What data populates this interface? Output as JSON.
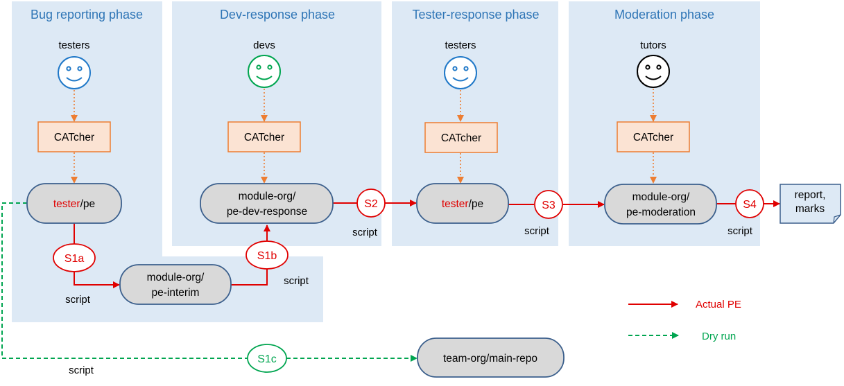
{
  "phases": {
    "bug_reporting": "Bug reporting phase",
    "dev_response": "Dev-response phase",
    "tester_response": "Tester-response phase",
    "moderation": "Moderation phase"
  },
  "roles": {
    "testers_1": "testers",
    "devs": "devs",
    "testers_2": "testers",
    "tutors": "tutors"
  },
  "tool_label": "CATcher",
  "repos": {
    "tester_pe_1_prefix": "tester",
    "tester_pe_1_suffix": "/pe",
    "dev_response_line1": "module-org/",
    "dev_response_line2": "pe-dev-response",
    "tester_pe_2_prefix": "tester",
    "tester_pe_2_suffix": "/pe",
    "moderation_line1": "module-org/",
    "moderation_line2": "pe-moderation",
    "interim_line1": "module-org/",
    "interim_line2": "pe-interim",
    "main_repo": "team-org/main-repo"
  },
  "output_doc": {
    "line1": "report,",
    "line2": "marks"
  },
  "steps": {
    "s1a": "S1a",
    "s1b": "S1b",
    "s1c": "S1c",
    "s2": "S2",
    "s3": "S3",
    "s4": "S4"
  },
  "script_label": "script",
  "legend": {
    "actual": "Actual PE",
    "dry": "Dry run"
  },
  "colors": {
    "phase_bg": "#dde9f5",
    "phase_title": "#2e75b6",
    "catcher_fill": "#fbe3d3",
    "catcher_border": "#ed7d31",
    "repo_fill": "#d9d9d9",
    "repo_border": "#3b5f8c",
    "actual_arrow": "#e00000",
    "dry_arrow": "#00a550",
    "face_testers": "#1f78c8",
    "face_devs": "#00a550",
    "face_tutors": "#000000"
  }
}
